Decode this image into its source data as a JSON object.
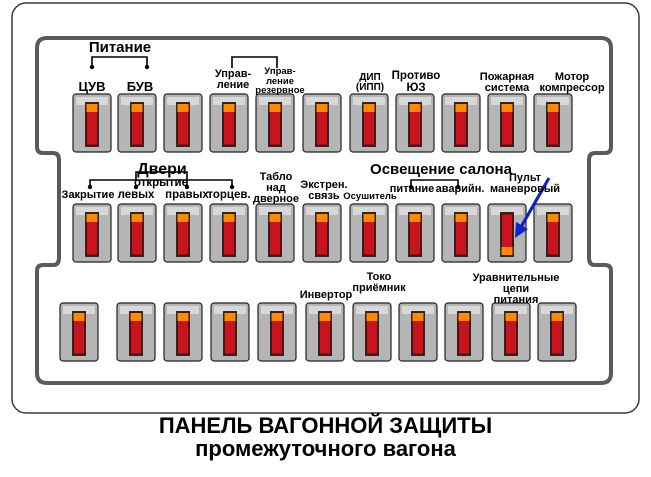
{
  "panel": {
    "groups": {
      "power": "Питание",
      "doors": "Двери",
      "lighting": "Освещение салона"
    },
    "row1": [
      {
        "id": "tsuv",
        "label": "ЦУВ",
        "state": "up"
      },
      {
        "id": "buv",
        "label": "БУВ",
        "state": "up"
      },
      {
        "id": "r1c3",
        "label": "",
        "state": "up"
      },
      {
        "id": "control",
        "label": "Управ-\nление",
        "state": "up"
      },
      {
        "id": "control-reserve",
        "label": "Управ-\nление\nрезервное",
        "state": "up"
      },
      {
        "id": "r1c6",
        "label": "",
        "state": "up"
      },
      {
        "id": "dip",
        "label": "ДИП\n(ИПП)",
        "state": "up"
      },
      {
        "id": "anti-skid",
        "label": "Противо\nЮЗ",
        "state": "up"
      },
      {
        "id": "r1c9",
        "label": "",
        "state": "up"
      },
      {
        "id": "fire-system",
        "label": "Пожарная\nсистема",
        "state": "up"
      },
      {
        "id": "motor-compressor",
        "label": "Мотор\nкомпрессор",
        "state": "up"
      }
    ],
    "doors_sub": {
      "opening": "открытие"
    },
    "row2": [
      {
        "id": "door-close",
        "label": "Закрытие",
        "state": "up"
      },
      {
        "id": "door-left",
        "label": "левых",
        "state": "up"
      },
      {
        "id": "door-right",
        "label": "правых",
        "state": "up"
      },
      {
        "id": "door-end",
        "label": "торцев.",
        "state": "up"
      },
      {
        "id": "door-display",
        "label": "Табло\nнад\nдверное",
        "state": "up"
      },
      {
        "id": "emergency-link",
        "label": "Экстрен.\nсвязь",
        "state": "up"
      },
      {
        "id": "dryer",
        "label": "Осушитель",
        "state": "up"
      },
      {
        "id": "light-power",
        "label": "питание",
        "state": "up"
      },
      {
        "id": "light-emergency",
        "label": "аварийн.",
        "state": "up"
      },
      {
        "id": "shunting-console",
        "label": "Пульт\nманевровый",
        "state": "down"
      },
      {
        "id": "r2c11",
        "label": "",
        "state": "up"
      }
    ],
    "row3": [
      {
        "id": "r3c1",
        "label": "",
        "state": "up"
      },
      {
        "id": "r3c2",
        "label": "",
        "state": "up"
      },
      {
        "id": "r3c3",
        "label": "",
        "state": "up"
      },
      {
        "id": "r3c4",
        "label": "",
        "state": "up"
      },
      {
        "id": "r3c5",
        "label": "",
        "state": "up"
      },
      {
        "id": "inverter",
        "label": "Инвертор",
        "state": "up"
      },
      {
        "id": "current-collector",
        "label": "Токо\nприёмник",
        "state": "up"
      },
      {
        "id": "r3c8",
        "label": "",
        "state": "up"
      },
      {
        "id": "r3c9",
        "label": "",
        "state": "up"
      },
      {
        "id": "equalizing-circuits",
        "label": "Уравнительные\nцепи\nпитания",
        "state": "up"
      },
      {
        "id": "r3c11",
        "label": "",
        "state": "up"
      }
    ]
  },
  "caption": {
    "line1": "ПАНЕЛЬ ВАГОННОЙ ЗАЩИТЫ",
    "line2": "промежуточного вагона"
  },
  "colors": {
    "panel_border": "#555555",
    "outer_border": "#3a3a3a",
    "breaker_body": "#b5b5b5",
    "handle_red": "#c8141e",
    "handle_orange": "#ff8a00",
    "arrow": "#1122cc"
  }
}
